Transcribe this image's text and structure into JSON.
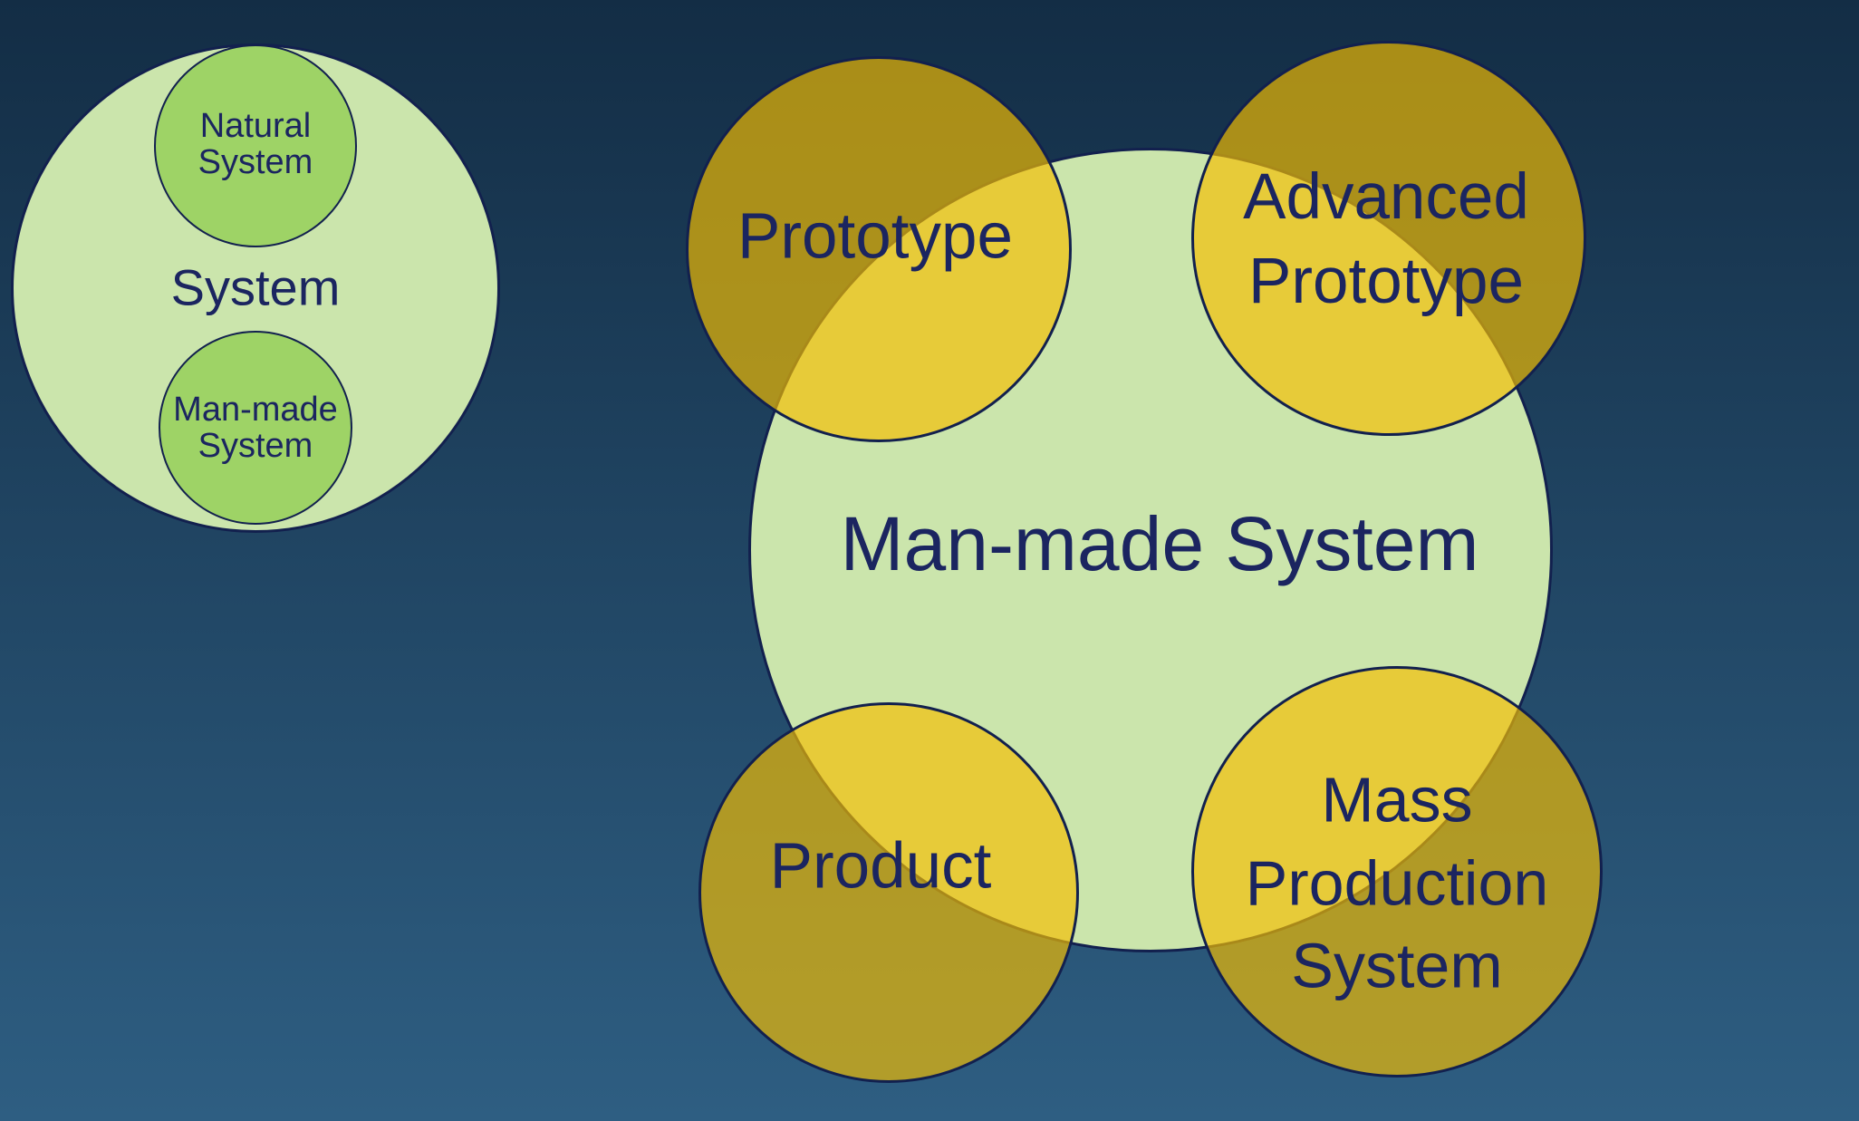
{
  "colors": {
    "bg_top": "#132d45",
    "bg_bottom": "#2e5e82",
    "pale_green": "#cbe5ac",
    "bright_green": "#9ed366",
    "yellow": "rgba(245,189,0,0.67)",
    "outline": "#12204e",
    "text": "#1b2560"
  },
  "left_diagram": {
    "label": "System",
    "sub_circles": [
      {
        "label": "Natural\nSystem"
      },
      {
        "label": "Man-made\nSystem"
      }
    ]
  },
  "right_diagram": {
    "label": "Man-made System",
    "stages": [
      {
        "label": "Prototype"
      },
      {
        "label": "Advanced\nPrototype"
      },
      {
        "label": "Product"
      },
      {
        "label": "Mass\nProduction\nSystem"
      }
    ]
  }
}
